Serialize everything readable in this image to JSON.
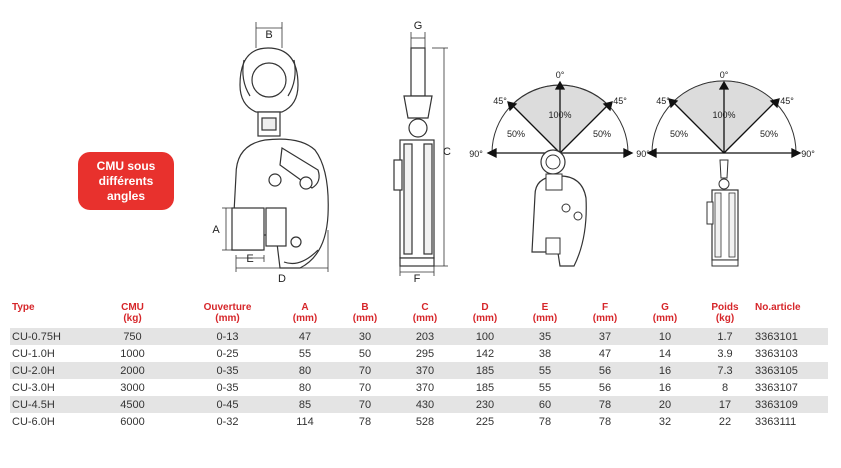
{
  "badge": {
    "text": "CMU sous\ndifférents\nangles"
  },
  "dim_labels": {
    "a": "A",
    "b": "B",
    "c": "C",
    "d": "D",
    "e": "E",
    "f": "F",
    "g": "G"
  },
  "angle_diagram": {
    "angles": [
      "0°",
      "45°",
      "45°",
      "90°",
      "90°"
    ],
    "percents": [
      "100%",
      "50%",
      "50%"
    ]
  },
  "colors": {
    "accent": "#e8312d",
    "header_red": "#d6262a",
    "row_stripe": "#e4e4e4",
    "sector_fill": "#dcdcdc"
  },
  "table": {
    "headers": [
      "Type",
      "CMU\n(kg)",
      "Ouverture\n(mm)",
      "A\n(mm)",
      "B\n(mm)",
      "C\n(mm)",
      "D\n(mm)",
      "E\n(mm)",
      "F\n(mm)",
      "G\n(mm)",
      "Poids\n(kg)",
      "No.article"
    ],
    "rows": [
      [
        "CU-0.75H",
        "750",
        "0-13",
        "47",
        "30",
        "203",
        "100",
        "35",
        "37",
        "10",
        "1.7",
        "3363101"
      ],
      [
        "CU-1.0H",
        "1000",
        "0-25",
        "55",
        "50",
        "295",
        "142",
        "38",
        "47",
        "14",
        "3.9",
        "3363103"
      ],
      [
        "CU-2.0H",
        "2000",
        "0-35",
        "80",
        "70",
        "370",
        "185",
        "55",
        "56",
        "16",
        "7.3",
        "3363105"
      ],
      [
        "CU-3.0H",
        "3000",
        "0-35",
        "80",
        "70",
        "370",
        "185",
        "55",
        "56",
        "16",
        "8",
        "3363107"
      ],
      [
        "CU-4.5H",
        "4500",
        "0-45",
        "85",
        "70",
        "430",
        "230",
        "60",
        "78",
        "20",
        "17",
        "3363109"
      ],
      [
        "CU-6.0H",
        "6000",
        "0-32",
        "114",
        "78",
        "528",
        "225",
        "78",
        "78",
        "32",
        "22",
        "3363111"
      ]
    ]
  }
}
